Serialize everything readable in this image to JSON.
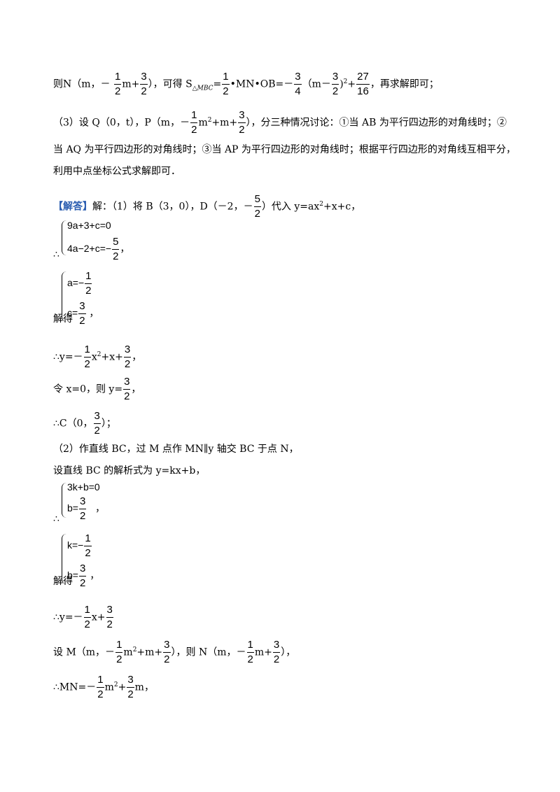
{
  "l1": {
    "a": "则",
    "b": "N（m，－",
    "c": "m+",
    "d": "），可得 S",
    "sub": "△MBC",
    "e": "=",
    "f": "•MN•OB=－",
    "g": "（m－",
    "h": ")",
    "h2": "2",
    "i": "+",
    "j": "，再求解即可；",
    "f1n": "1",
    "f1d": "2",
    "f2n": "3",
    "f2d": "2",
    "f3n": "1",
    "f3d": "2",
    "f4n": "3",
    "f4d": "4",
    "f5n": "3",
    "f5d": "2",
    "f6n": "27",
    "f6d": "16"
  },
  "l2": {
    "a": "（3）设",
    "b": "Q（0，t），P（m，－",
    "c": "m",
    "sup": "2",
    "d": "+m+",
    "e": "），分三种情况讨论：①当 AB 为平行四边形的对角线时；②",
    "f1n": "1",
    "f1d": "2",
    "f2n": "3",
    "f2d": "2"
  },
  "l3": "当 AQ 为平行四边形的对角线时；③当 AP 为平行四边形的对角线时；根据平行四边形的对角线互相平分，",
  "l4": "利用中点坐标公式求解即可．",
  "l5": {
    "tag": "【解答】",
    "a": "解：（1）将 B（3，0），D（－2，－",
    "b": "）代入 y=ax",
    "sup": "2",
    "c": "+x+c，",
    "f1n": "5",
    "f1d": "2"
  },
  "s1": {
    "r1": "9a+3+c=0",
    "r2": "4a−2+c=−",
    "f1n": "5",
    "f1d": "2",
    "lead": "∴",
    "tail": "，"
  },
  "s2": {
    "r1": "a=−",
    "f1n": "1",
    "f1d": "2",
    "r2": "c=",
    "f2n": "3",
    "f2d": "2",
    "lead": "解得",
    "tail": "，"
  },
  "l6": {
    "a": "∴y=－",
    "b": "x",
    "sup": "2",
    "c": "+x+",
    "d": "，",
    "f1n": "1",
    "f1d": "2",
    "f2n": "3",
    "f2d": "2"
  },
  "l7": {
    "a": "令 x=0，则 y=",
    "b": "，",
    "fn": "3",
    "fd": "2"
  },
  "l8": {
    "a": "∴C（0，",
    "b": "）；",
    "fn": "3",
    "fd": "2"
  },
  "l9": "（2）作直线 BC，过 M 点作 MN∥y 轴交 BC 于点 N，",
  "l10": "设直线 BC 的解析式为 y=kx+b，",
  "s3": {
    "r1": "3k+b=0",
    "r2": "b=",
    "fn": "3",
    "fd": "2",
    "lead": "∴",
    "tail": "，"
  },
  "s4": {
    "r1": "k=−",
    "f1n": "1",
    "f1d": "2",
    "r2": "b=",
    "f2n": "3",
    "f2d": "2",
    "lead": "解得",
    "tail": "，"
  },
  "l11": {
    "a": "∴y=－",
    "b": "x+",
    "f1n": "1",
    "f1d": "2",
    "f2n": "3",
    "f2d": "2"
  },
  "l12": {
    "a": "设 M（m，－",
    "b": "m",
    "sup": "2",
    "c": "+m+",
    "d": "），则 N（m，－",
    "e": "m+",
    "f": "），",
    "f1n": "1",
    "f1d": "2",
    "f2n": "3",
    "f2d": "2",
    "f3n": "1",
    "f3d": "2",
    "f4n": "3",
    "f4d": "2"
  },
  "l13": {
    "a": "∴MN=－",
    "b": "m",
    "sup": "2",
    "c": "+",
    "d": "m，",
    "f1n": "1",
    "f1d": "2",
    "f2n": "3",
    "f2d": "2"
  }
}
